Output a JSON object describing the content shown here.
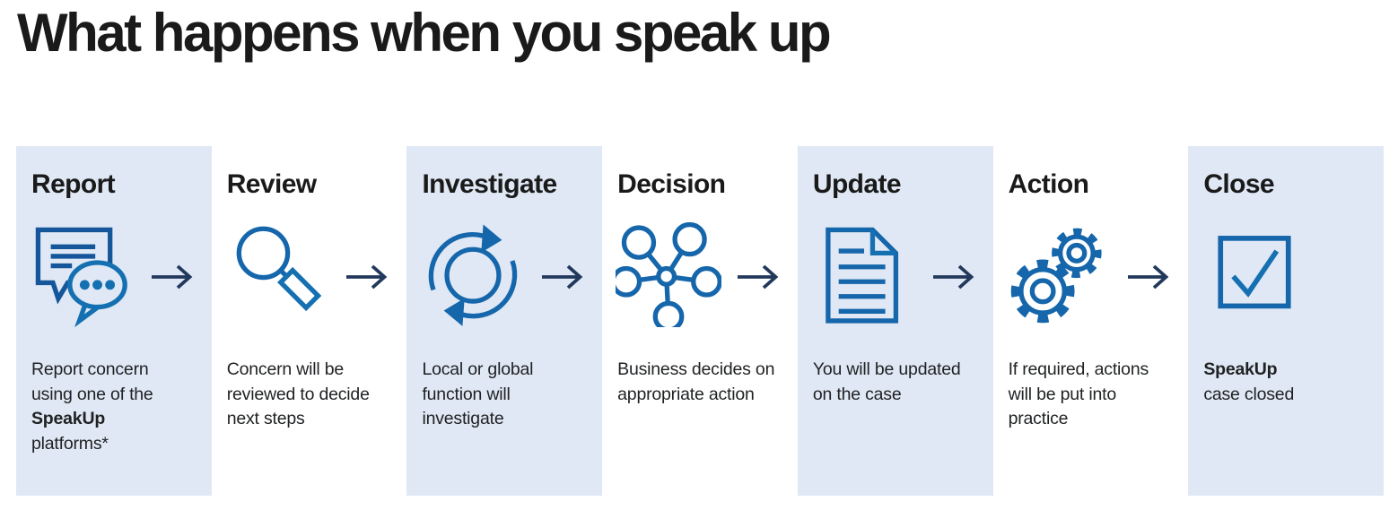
{
  "title": "What happens when you speak up",
  "colors": {
    "box_background": "#dfe8f4",
    "icon_blue": "#1566ab",
    "icon_blue_dark": "#15569b",
    "icon_blue_light": "#1570b2",
    "arrow_navy": "#22395c",
    "heading_text": "#1a1a1a",
    "body_text": "#1f2123"
  },
  "arrow": {
    "icon": "right-arrow-icon"
  },
  "steps": [
    {
      "title": "Report",
      "icon": "chat-bubbles-icon",
      "highlighted": true,
      "has_arrow": true,
      "desc_before": "Report concern using one of the",
      "desc_bold": "SpeakUp",
      "desc_after": "platforms*"
    },
    {
      "title": "Review",
      "icon": "magnifier-icon",
      "highlighted": false,
      "has_arrow": true,
      "desc_before": "Concern will be reviewed to decide next steps",
      "desc_bold": "",
      "desc_after": ""
    },
    {
      "title": "Investigate",
      "icon": "cycle-arrows-icon",
      "highlighted": true,
      "has_arrow": true,
      "desc_before": "Local or global function will investigate",
      "desc_bold": "",
      "desc_after": ""
    },
    {
      "title": "Decision",
      "icon": "network-hub-icon",
      "highlighted": false,
      "has_arrow": true,
      "desc_before": "Business decides on appropriate action",
      "desc_bold": "",
      "desc_after": ""
    },
    {
      "title": "Update",
      "icon": "document-icon",
      "highlighted": true,
      "has_arrow": true,
      "desc_before": "You will be updated on the case",
      "desc_bold": "",
      "desc_after": ""
    },
    {
      "title": "Action",
      "icon": "gears-icon",
      "highlighted": false,
      "has_arrow": true,
      "desc_before": "If required, actions will be put into practice",
      "desc_bold": "",
      "desc_after": ""
    },
    {
      "title": "Close",
      "icon": "checkbox-check-icon",
      "highlighted": true,
      "has_arrow": false,
      "desc_before": "",
      "desc_bold": "SpeakUp",
      "desc_after": "case closed"
    }
  ]
}
